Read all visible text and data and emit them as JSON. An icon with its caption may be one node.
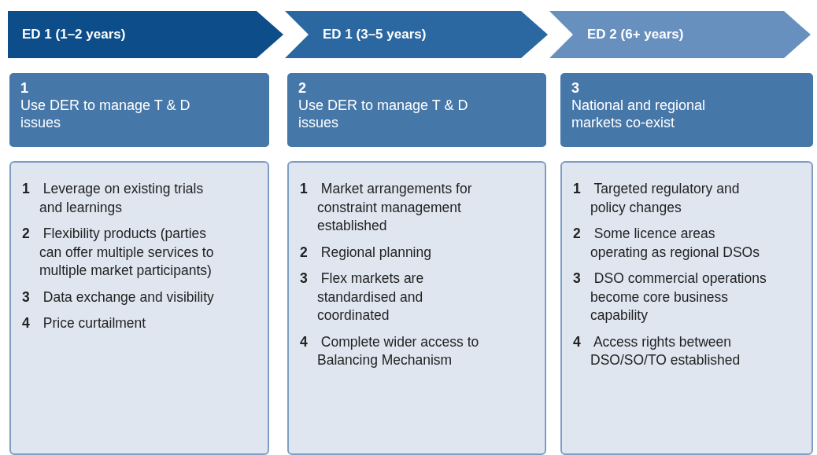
{
  "diagram": {
    "nodes": [
      {
        "text": [
          "ED 1 (1–2 years)"
        ]
      },
      {
        "text": [
          "ED 1 (3–5 years)"
        ]
      },
      {
        "text": [
          "ED 2 (6+ years)"
        ]
      },
      {
        "text": [
          "1",
          "Use DER to manage T & D issues"
        ]
      },
      {
        "text": [
          "2",
          "Use DER to manage T & D issues"
        ]
      },
      {
        "text": [
          "3",
          "National and regional markets co-exist"
        ]
      },
      {
        "text": [
          "**1** Leverage on existing trials and learnings",
          "**2** Flexibility products (parties can offer multiple services to multiple market participants)",
          "**3** Data exchange and visibility",
          "**4** Price curtailment"
        ]
      },
      {
        "text": [
          "**1** Market arrangements for constraint management established",
          "**2** Regional planning",
          "**3** Flex markets are standardised and coordinated",
          "**4** Complete wider access to Balancing Mechanism"
        ]
      },
      {
        "text": [
          "**1** Targeted regulatory and policy changes",
          "**2** Some licence areas operating as regional DSOs",
          "**3** DSO commercial operations become core business capability",
          "**4** Access rights between DSO/SO/TO established"
        ]
      }
    ]
  }
}
